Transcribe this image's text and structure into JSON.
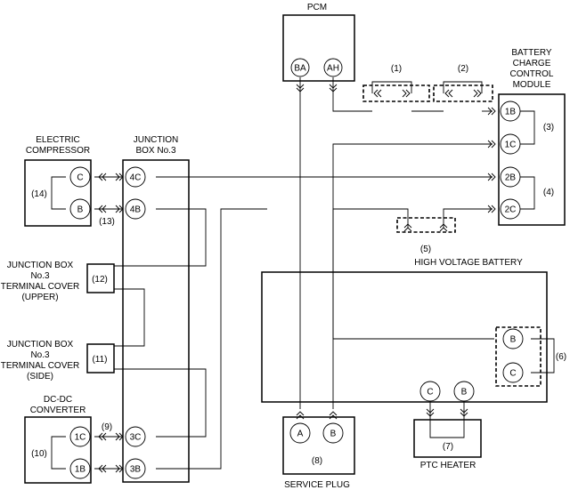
{
  "components": {
    "pcm": "PCM",
    "bccm": [
      "BATTERY",
      "CHARGE",
      "CONTROL",
      "MODULE"
    ],
    "electric_compressor": [
      "ELECTRIC",
      "COMPRESSOR"
    ],
    "junction_box": [
      "JUNCTION",
      "BOX No.3"
    ],
    "jb_cover_upper": [
      "JUNCTION BOX",
      "No.3",
      "TERMINAL COVER",
      "(UPPER)"
    ],
    "jb_cover_side": [
      "JUNCTION BOX",
      "No.3",
      "TERMINAL COVER",
      "(SIDE)"
    ],
    "dcdc": [
      "DC-DC",
      "CONVERTER"
    ],
    "hv_battery": "HIGH VOLTAGE BATTERY",
    "service_plug": "SERVICE PLUG",
    "ptc_heater": "PTC HEATER"
  },
  "pins": {
    "pcm_ba": "BA",
    "pcm_ah": "AH",
    "bccm_1b": "1B",
    "bccm_1c": "1C",
    "bccm_2b": "2B",
    "bccm_2c": "2C",
    "comp_c": "C",
    "comp_b": "B",
    "jb_4c": "4C",
    "jb_4b": "4B",
    "jb_3c": "3C",
    "jb_3b": "3B",
    "dcdc_1c": "1C",
    "dcdc_1b": "1B",
    "hvb_b": "B",
    "hvb_c": "C",
    "ptc_c": "C",
    "ptc_b": "B",
    "sp_a": "A",
    "sp_b": "B"
  },
  "callouts": {
    "c1": "(1)",
    "c2": "(2)",
    "c3": "(3)",
    "c4": "(4)",
    "c5": "(5)",
    "c6": "(6)",
    "c7": "(7)",
    "c8": "(8)",
    "c9": "(9)",
    "c10": "(10)",
    "c11": "(11)",
    "c12": "(12)",
    "c13": "(13)",
    "c14": "(14)"
  }
}
